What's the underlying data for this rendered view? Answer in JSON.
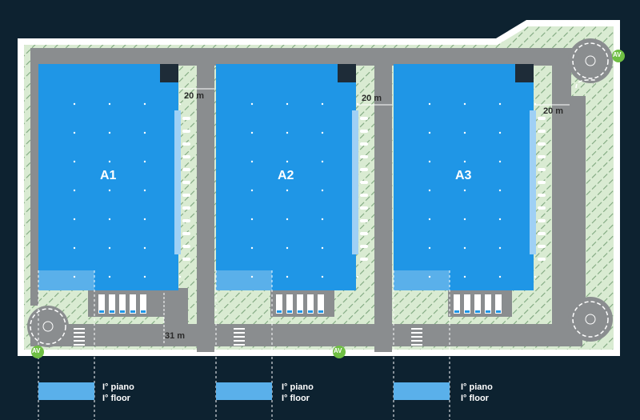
{
  "site": {
    "buildings": [
      {
        "id": "A1"
      },
      {
        "id": "A2"
      },
      {
        "id": "A3"
      }
    ],
    "dimensions": {
      "gap_a1_a2": "20 m",
      "gap_a2_a3": "20 m",
      "gap_a3_road": "20 m",
      "yard_depth": "31 m"
    },
    "access_icon": "AV"
  },
  "legend": [
    {
      "line1": "I° piano",
      "line2": "I° floor"
    },
    {
      "line1": "I° piano",
      "line2": "I° floor"
    },
    {
      "line1": "I° piano",
      "line2": "I° floor"
    }
  ],
  "colors": {
    "background": "#0d2230",
    "building": "#1f96e6",
    "mezzanine": "#5ab0ea",
    "road": "#8a8d8f",
    "green": "#d9ebd2",
    "site_border": "#ffffff",
    "access_badge": "#6fbf44"
  }
}
